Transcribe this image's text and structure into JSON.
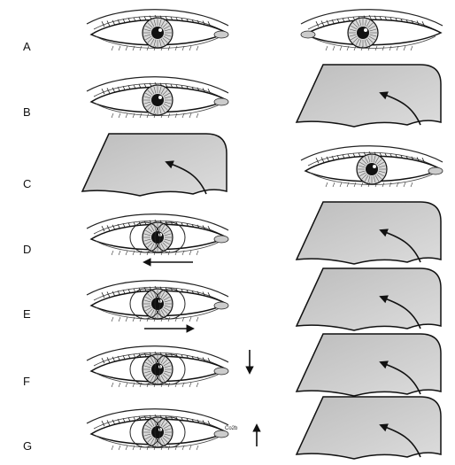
{
  "rows": [
    {
      "label": "A",
      "left": "eye",
      "right": "eye-nasal",
      "left_arrow": "",
      "right_arrow": ""
    },
    {
      "label": "B",
      "left": "eye",
      "right": "occluder",
      "left_arrow": "",
      "right_arrow": "occluder-arrow"
    },
    {
      "label": "C",
      "left": "occluder",
      "right": "eye",
      "left_arrow": "occluder-arrow",
      "right_arrow": ""
    },
    {
      "label": "D",
      "left": "eye-ghost",
      "right": "occluder",
      "left_arrow": "left-arrow",
      "right_arrow": "occluder-arrow"
    },
    {
      "label": "E",
      "left": "eye-ghost",
      "right": "occluder",
      "left_arrow": "right-arrow",
      "right_arrow": "occluder-arrow"
    },
    {
      "label": "F",
      "left": "eye-ghost",
      "right": "occluder",
      "left_arrow": "down-arrow",
      "right_arrow": "occluder-arrow"
    },
    {
      "label": "G",
      "left": "eye-ghost",
      "right": "occluder",
      "left_arrow": "up-arrow",
      "right_arrow": "occluder-arrow"
    }
  ],
  "credit": "Co2b"
}
